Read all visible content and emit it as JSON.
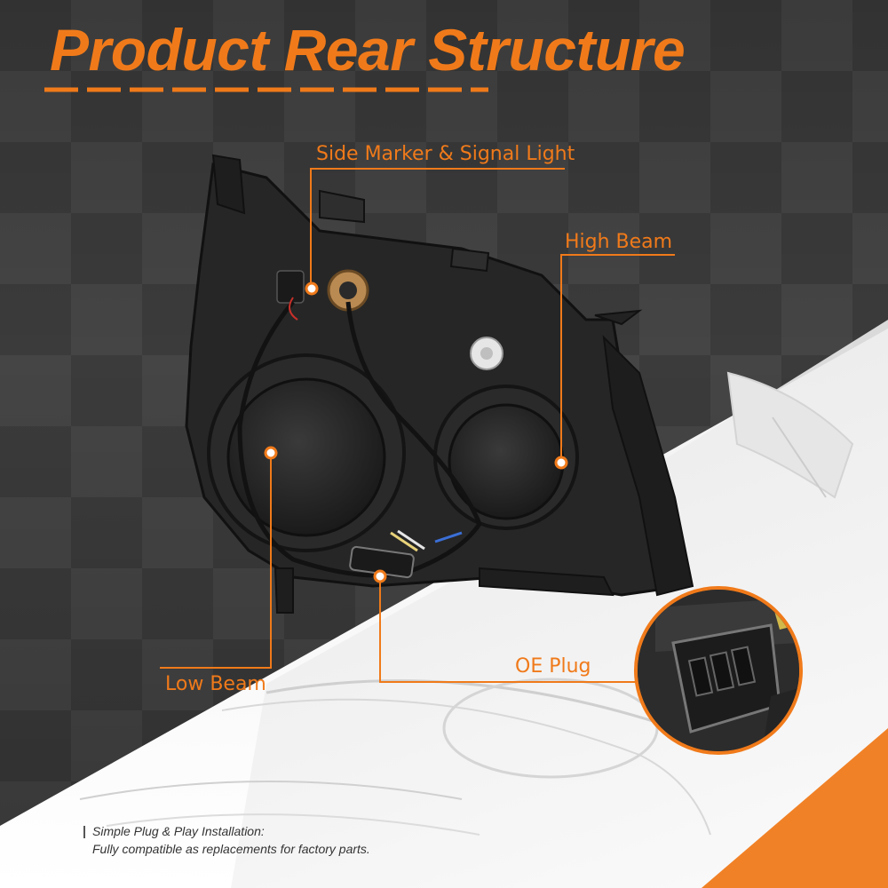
{
  "title": "Product Rear Structure",
  "labels": {
    "side_marker": "Side Marker & Signal Light",
    "high_beam": "High Beam",
    "low_beam": "Low Beam",
    "oe_plug": "OE Plug"
  },
  "note": {
    "line1": "Simple Plug & Play Installation:",
    "line2": "Fully compatible as replacements for factory parts."
  },
  "colors": {
    "accent": "#f07a1a",
    "background_dark": "#3a3a3a",
    "housing": "#262626"
  }
}
